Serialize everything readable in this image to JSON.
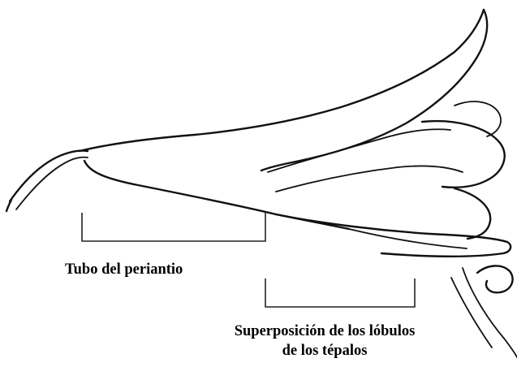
{
  "labels": {
    "perianth_tube": "Tubo del periantio",
    "tepal_overlap_line1": "Superposición de los lóbulos",
    "tepal_overlap_line2": "de los tépalos"
  }
}
